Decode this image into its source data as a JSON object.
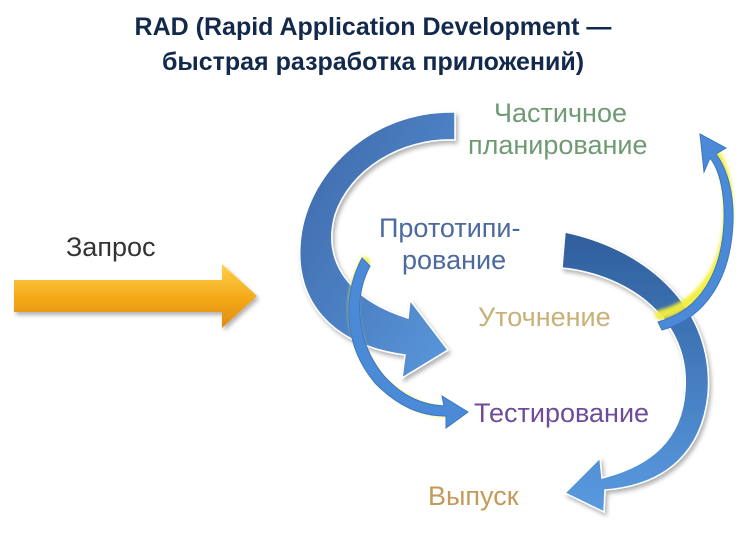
{
  "title": {
    "line1": "RAD (Rapid Application Development —",
    "line2": "быстрая разработка приложений)"
  },
  "labels": {
    "request": "Запрос",
    "partial_planning_1": "Частичное",
    "partial_planning_2": "планирование",
    "prototyping_1": "Прототипи-",
    "prototyping_2": "рование",
    "refinement": "Уточнение",
    "testing": "Тестирование",
    "release": "Выпуск"
  },
  "colors": {
    "title": "#13294b",
    "request": "#333333",
    "partial_planning": "#6f9a74",
    "prototyping": "#4c6a9e",
    "refinement": "#c8b077",
    "testing": "#6d4c9a",
    "release": "#c39a5a",
    "big_arrow": "#4a7fc0",
    "small_arrow": "#4a8ad6",
    "glow": "#f4ef3a",
    "input_arrow": "#f2a818"
  }
}
